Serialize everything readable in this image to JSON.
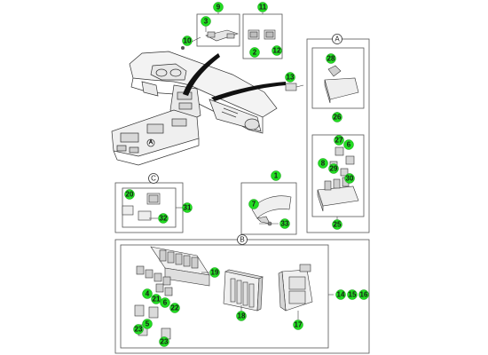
{
  "diagram": {
    "callout_color": "#22dd22",
    "line_color": "#444444",
    "group_labels": {
      "a_box": "A",
      "a_dash": "A",
      "b_box": "B",
      "c_box": "C"
    },
    "callouts": {
      "c9": "9",
      "c3": "3",
      "c10": "10",
      "c11": "11",
      "c2": "2",
      "c12": "12",
      "c13": "13",
      "c28": "28",
      "c26": "26",
      "c27": "27",
      "c6": "6",
      "c8": "8",
      "c29": "29",
      "c30": "30",
      "c25": "25",
      "c20": "20",
      "c31": "31",
      "c32": "32",
      "c1": "1",
      "c7": "7",
      "c33": "33",
      "c19": "19",
      "c4": "4",
      "c21": "21",
      "c6b": "6",
      "c22": "22",
      "c18": "18",
      "c14": "14",
      "c15": "15",
      "c16": "16",
      "c17": "17",
      "c5": "5",
      "c23a": "23",
      "c23b": "23"
    }
  }
}
